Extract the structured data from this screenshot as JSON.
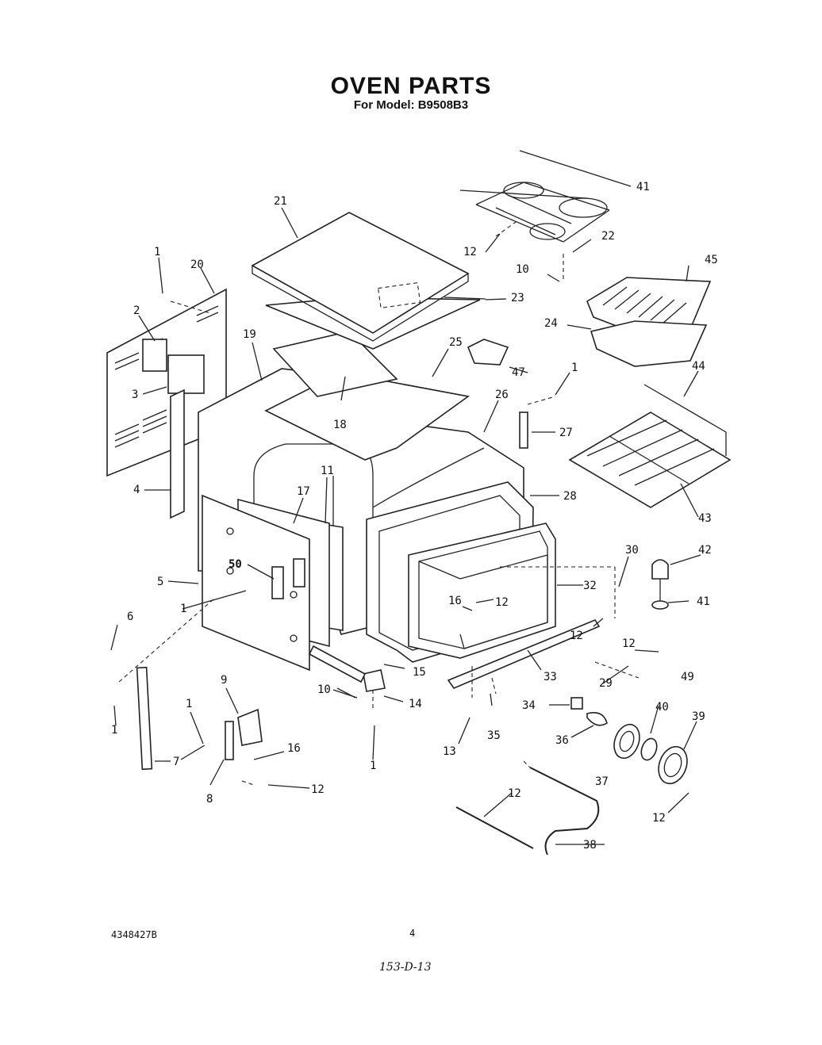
{
  "header": {
    "title": "OVEN PARTS",
    "subtitle": "For Model: B9508B3"
  },
  "footer": {
    "doc_number": "4348427B",
    "page_number": "4",
    "handwritten_ref": "153-D-13"
  },
  "callouts": [
    "1",
    "2",
    "3",
    "4",
    "5",
    "6",
    "7",
    "8",
    "9",
    "10",
    "11",
    "12",
    "13",
    "14",
    "15",
    "16",
    "17",
    "18",
    "19",
    "20",
    "21",
    "22",
    "23",
    "24",
    "25",
    "26",
    "27",
    "28",
    "29",
    "30",
    "32",
    "33",
    "34",
    "35",
    "36",
    "37",
    "38",
    "39",
    "40",
    "41",
    "42",
    "43",
    "44",
    "45",
    "47",
    "49",
    "50"
  ]
}
